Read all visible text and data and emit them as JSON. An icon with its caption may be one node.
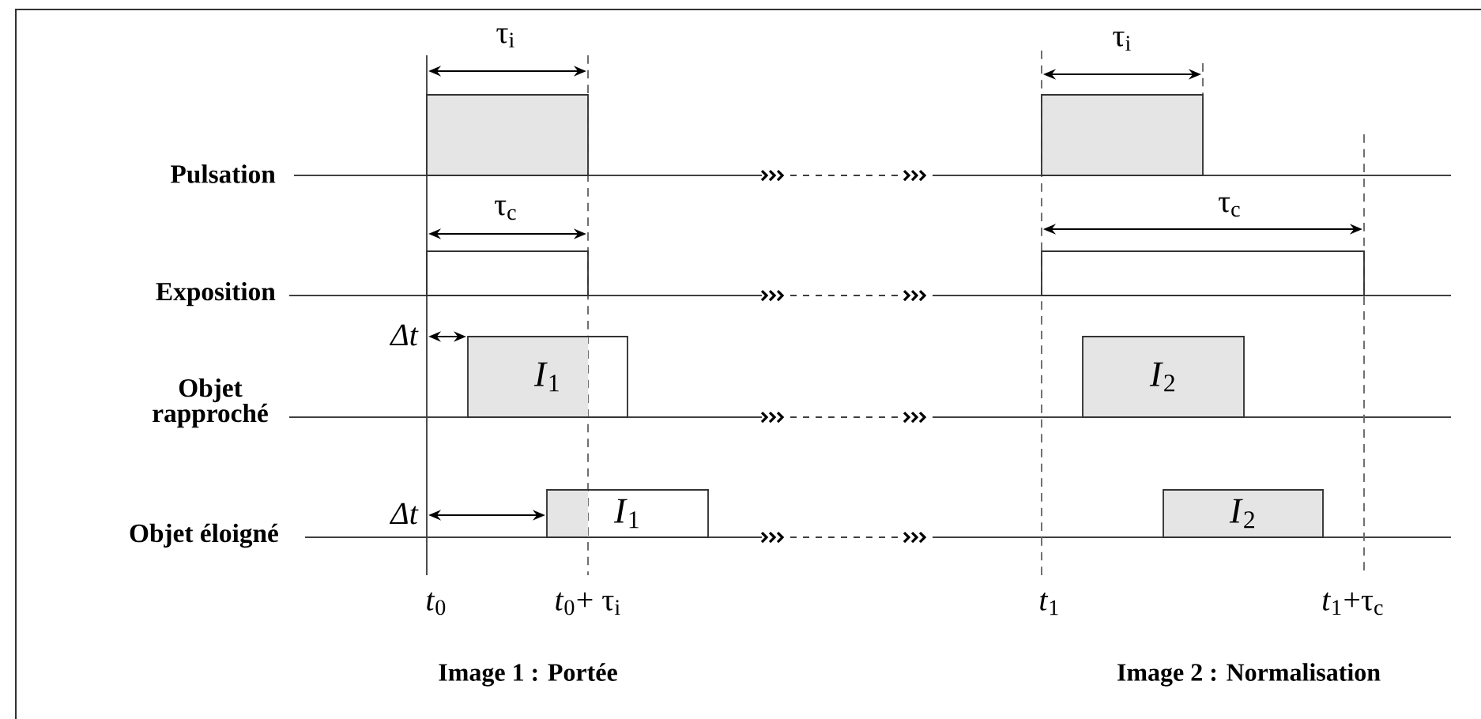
{
  "diagram": {
    "nodes": [
      {
        "text": [],
        "shape": "box"
      },
      {
        "text": [],
        "shape": "box"
      },
      {
        "text": [],
        "shape": "box"
      },
      {
        "text": [],
        "shape": "box"
      },
      {
        "text": [
          "*I*$_{1}$"
        ]
      },
      {
        "text": [
          "*I*$_{2}$"
        ]
      },
      {
        "text": [
          "*I*$_{1}$"
        ]
      },
      {
        "text": [
          "*I*$_{2}$"
        ]
      }
    ],
    "labels": [
      "τ$_{i}$",
      "τ$_{i}$",
      "Pulsation",
      "τ$_{c}$",
      "τ$_{c}$",
      "Exposition",
      "Δt",
      "Objet rapproché",
      "Δt",
      "Objet éloigné",
      "*t*$_{0}$",
      "*t*$_{0}$+ τ$_{i}$",
      "*t*$_{1}$",
      "*t*$_{1}$+τ$_{c}$",
      "Image 1 : Portée",
      "Image 2 : Normalisation"
    ]
  }
}
